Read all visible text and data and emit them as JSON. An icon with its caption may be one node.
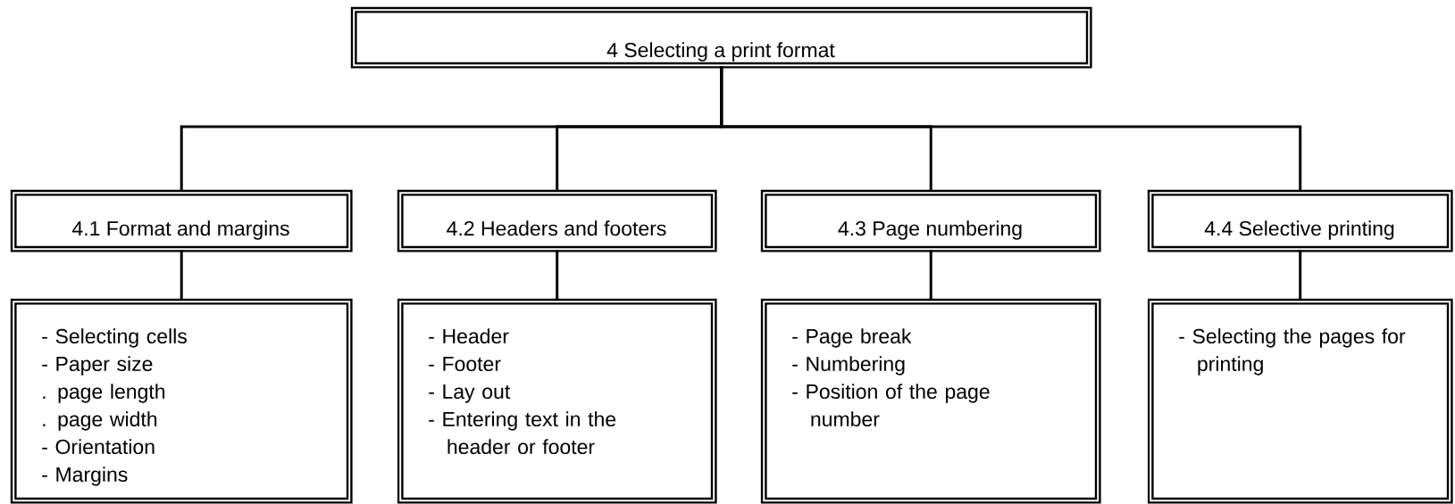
{
  "diagram": {
    "nodes": [
      {
        "text": [
          "4  Selecting a print format"
        ]
      },
      {
        "text": [
          "4.1 Format and margins"
        ]
      },
      {
        "text": [
          "4.2 Headers and footers"
        ]
      },
      {
        "text": [
          "4.3 Page numbering"
        ]
      },
      {
        "text": [
          "4.4 Selective printing"
        ]
      },
      {
        "text": [
          "- Selecting cells",
          "- Paper size",
          ". page length",
          ". page width",
          "- Orientation",
          "- Margins"
        ]
      },
      {
        "text": [
          "- Header",
          "- Footer",
          "- Lay out",
          "- Entering text in the header or footer"
        ]
      },
      {
        "text": [
          "- Page break",
          "- Numbering",
          "- Position of the page number"
        ]
      },
      {
        "text": [
          "- Selecting the pages for printing"
        ]
      }
    ],
    "edges": [
      {
        "from": 0,
        "to": 1,
        "arrow": "none"
      },
      {
        "from": 0,
        "to": 2,
        "arrow": "none"
      },
      {
        "from": 0,
        "to": 3,
        "arrow": "none"
      },
      {
        "from": 0,
        "to": 4,
        "arrow": "none"
      },
      {
        "from": 1,
        "to": 5,
        "arrow": "none"
      },
      {
        "from": 2,
        "to": 6,
        "arrow": "none"
      },
      {
        "from": 3,
        "to": 7,
        "arrow": "none"
      },
      {
        "from": 4,
        "to": 8,
        "arrow": "none"
      }
    ]
  }
}
